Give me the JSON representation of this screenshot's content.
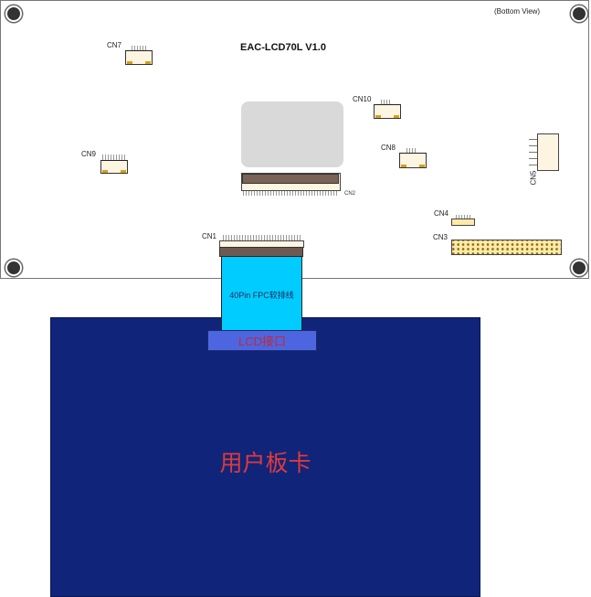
{
  "board": {
    "title": "EAC-LCD70L V1.0",
    "view": "(Bottom View)"
  },
  "connectors": {
    "cn1": "CN1",
    "cn2": "CN2",
    "cn3": "CN3",
    "cn4": "CN4",
    "cn5": "CN5",
    "cn7": "CN7",
    "cn8": "CN8",
    "cn9": "CN9",
    "cn10": "CN10"
  },
  "cable": {
    "label": "40Pin FPC软排线"
  },
  "lcd_interface": {
    "label": "LCD接口"
  },
  "user_board": {
    "label": "用户板卡"
  },
  "colors": {
    "cable": "#00ccff",
    "lcd_interface": "#4d66e0",
    "user_board": "#10247a",
    "label_red": "#e03a3a"
  }
}
